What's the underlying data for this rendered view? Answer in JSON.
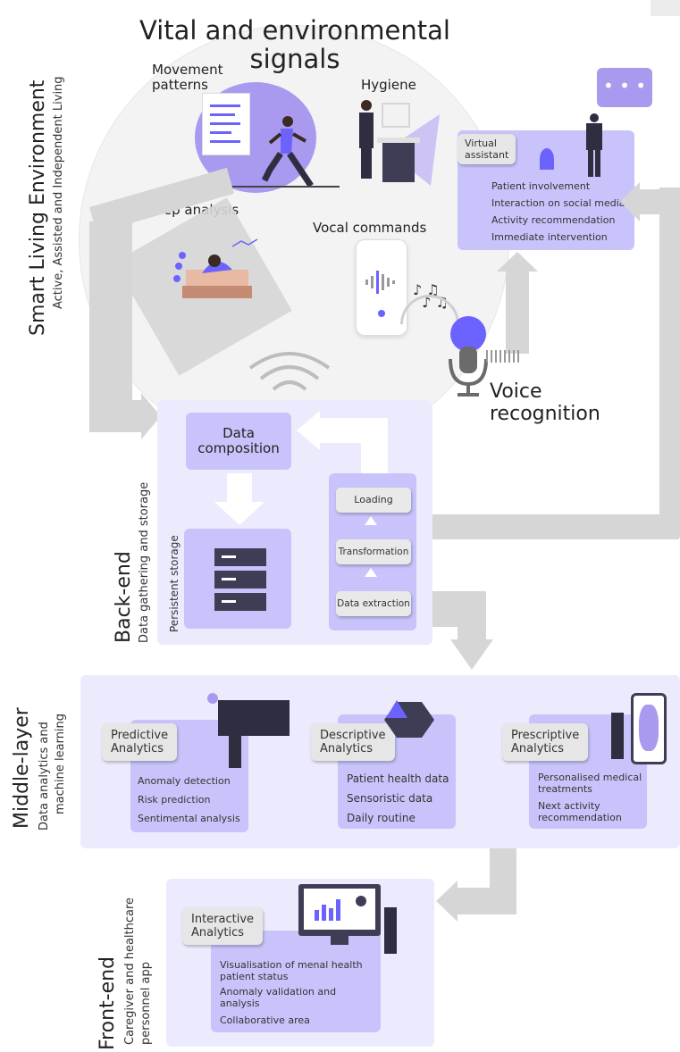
{
  "title": "Vital and environmental signals",
  "title_line1": "Vital and environmental",
  "title_line2": "signals",
  "signals": {
    "movement": "Movement patterns",
    "movement_l1": "Movement",
    "movement_l2": "patterns",
    "hygiene": "Hygiene",
    "sleep": "Sleep analysis",
    "vocal": "Vocal commands"
  },
  "voice_recognition": {
    "line1": "Voice",
    "line2": "recognition"
  },
  "sections": {
    "smart": {
      "title": "Smart Living Environment",
      "subtitle": "Active, Assisted and Independent Living"
    },
    "backend": {
      "title": "Back-end",
      "subtitle": "Data gathering and storage"
    },
    "middle": {
      "title": "Middle-layer",
      "subtitle_line1": "Data analytics and",
      "subtitle_line2": "machine learning"
    },
    "frontend": {
      "title": "Front-end",
      "subtitle_line1": "Caregiver and healthcare",
      "subtitle_line2": "personnel app"
    }
  },
  "virtual_assistant": {
    "label_line1": "Virtual",
    "label_line2": "assistant",
    "items": [
      "Patient involvement",
      "Interaction on social media",
      "Activity recommendation",
      "Immediate intervention"
    ]
  },
  "backend": {
    "data_composition_l1": "Data",
    "data_composition_l2": "composition",
    "persistent_storage": "Persistent storage",
    "etl": [
      "Loading",
      "Transformation",
      "Data extraction"
    ]
  },
  "predictive": {
    "label_l1": "Predictive",
    "label_l2": "Analytics",
    "items": [
      "Anomaly detection",
      "Risk prediction",
      "Sentimental analysis"
    ]
  },
  "descriptive": {
    "label_l1": "Descriptive",
    "label_l2": "Analytics",
    "items": [
      "Patient health data",
      "Sensoristic data",
      "Daily routine"
    ]
  },
  "prescriptive": {
    "label_l1": "Prescriptive",
    "label_l2": "Analytics",
    "item1_l1": "Personalised medical",
    "item1_l2": "treatments",
    "item2_l1": "Next activity",
    "item2_l2": "recommendation"
  },
  "interactive": {
    "label_l1": "Interactive",
    "label_l2": "Analytics",
    "item1_l1": "Visualisation of menal health",
    "item1_l2": "patient status",
    "item2_l1": "Anomaly validation and",
    "item2_l2": "analysis",
    "item3": "Collaborative area"
  },
  "colors": {
    "accent": "#6c63ff",
    "panel": "#ecebfd",
    "card": "#c8c4fb",
    "arrow": "#d6d6d6"
  }
}
